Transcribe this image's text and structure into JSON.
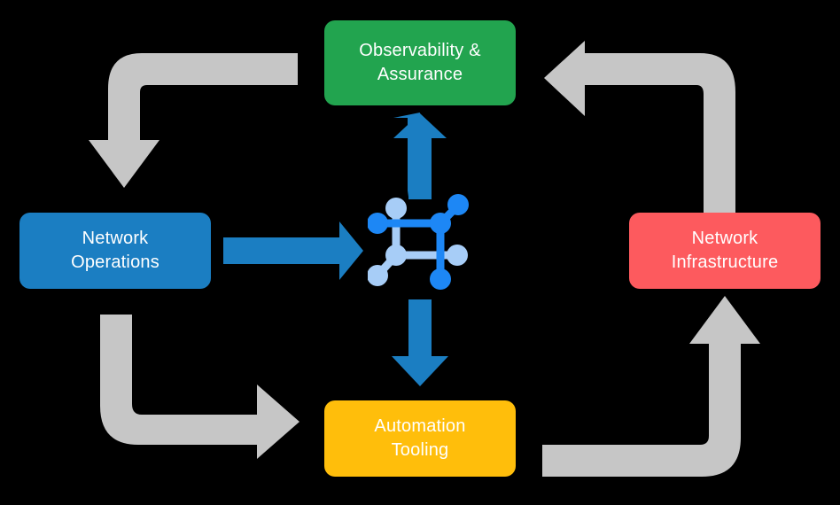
{
  "diagram": {
    "title": "Network automation closed-loop cycle",
    "background_color": "#000000",
    "arrow_colors": {
      "primary_blue": "#1B7EC2",
      "flow_gray": "#C6C6C6"
    },
    "center_icon": {
      "name": "network-topology-icon",
      "node_colors": {
        "bright_blue": "#1D87F5",
        "light_blue": "#A7CDF7"
      }
    },
    "nodes": [
      {
        "id": "observability",
        "label": "Observability &\nAssurance",
        "color": "#22A44F",
        "position": "top"
      },
      {
        "id": "operations",
        "label": "Network\nOperations",
        "color": "#1B7EC2",
        "position": "left"
      },
      {
        "id": "infrastructure",
        "label": "Network\nInfrastructure",
        "color": "#FD5A5E",
        "position": "right"
      },
      {
        "id": "automation",
        "label": "Automation\nTooling",
        "color": "#FFBE0B",
        "position": "bottom"
      }
    ],
    "connectors": [
      {
        "id": "operations-to-center",
        "name": "arrow-right-blue",
        "from": "operations",
        "to": "center",
        "color": "#1B7EC2",
        "direction": "right"
      },
      {
        "id": "center-to-observability",
        "name": "arrow-up-blue",
        "from": "center",
        "to": "observability",
        "color": "#1B7EC2",
        "direction": "up"
      },
      {
        "id": "center-to-automation",
        "name": "arrow-down-blue",
        "from": "center",
        "to": "automation",
        "color": "#1B7EC2",
        "direction": "down"
      },
      {
        "id": "observability-to-operations",
        "name": "elbow-arrow-top-left",
        "from": "observability",
        "to": "operations",
        "color": "#C6C6C6",
        "direction": "down"
      },
      {
        "id": "infrastructure-to-observability",
        "name": "elbow-arrow-top-right",
        "from": "infrastructure",
        "to": "observability",
        "color": "#C6C6C6",
        "direction": "left"
      },
      {
        "id": "operations-to-automation",
        "name": "elbow-arrow-bottom-left",
        "from": "operations",
        "to": "automation",
        "color": "#C6C6C6",
        "direction": "right"
      },
      {
        "id": "automation-to-infrastructure",
        "name": "elbow-arrow-bottom-right",
        "from": "automation",
        "to": "infrastructure",
        "color": "#C6C6C6",
        "direction": "up"
      }
    ]
  }
}
